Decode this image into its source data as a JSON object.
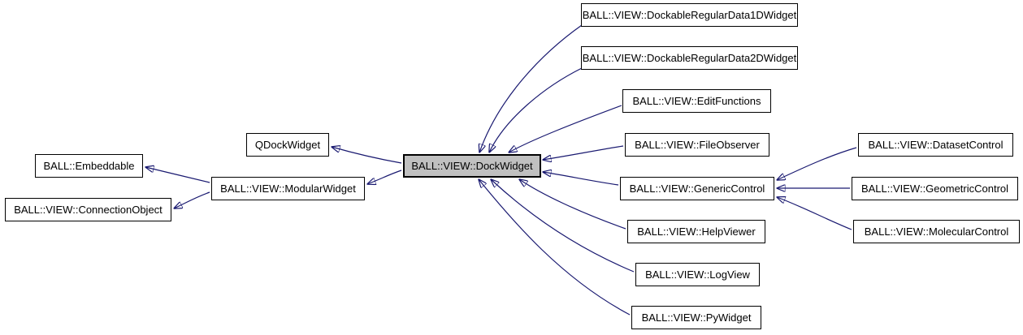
{
  "diagram": {
    "type": "class-inheritance-graph",
    "focus_node": "BALL::VIEW::DockWidget",
    "colors": {
      "background": "#ffffff",
      "edge": "#191970",
      "node_border": "#000000",
      "node_fill": "#ffffff",
      "focus_node_fill": "#c0c0c0",
      "text": "#000000"
    },
    "nodes": {
      "embeddable": {
        "label": "BALL::Embeddable"
      },
      "connection_object": {
        "label": "BALL::VIEW::ConnectionObject"
      },
      "modular_widget": {
        "label": "BALL::VIEW::ModularWidget"
      },
      "qdockwidget": {
        "label": "QDockWidget"
      },
      "dock_widget": {
        "label": "BALL::VIEW::DockWidget"
      },
      "dockable_1d": {
        "label": "BALL::VIEW::DockableRegularData1DWidget"
      },
      "dockable_2d": {
        "label": "BALL::VIEW::DockableRegularData2DWidget"
      },
      "edit_functions": {
        "label": "BALL::VIEW::EditFunctions"
      },
      "file_observer": {
        "label": "BALL::VIEW::FileObserver"
      },
      "generic_control": {
        "label": "BALL::VIEW::GenericControl"
      },
      "help_viewer": {
        "label": "BALL::VIEW::HelpViewer"
      },
      "log_view": {
        "label": "BALL::VIEW::LogView"
      },
      "py_widget": {
        "label": "BALL::VIEW::PyWidget"
      },
      "dataset_control": {
        "label": "BALL::VIEW::DatasetControl"
      },
      "geometric_control": {
        "label": "BALL::VIEW::GeometricControl"
      },
      "molecular_control": {
        "label": "BALL::VIEW::MolecularControl"
      }
    },
    "edges": [
      {
        "derived": "BALL::VIEW::DockWidget",
        "base": "QDockWidget"
      },
      {
        "derived": "BALL::VIEW::DockWidget",
        "base": "BALL::VIEW::ModularWidget"
      },
      {
        "derived": "BALL::VIEW::ModularWidget",
        "base": "BALL::Embeddable"
      },
      {
        "derived": "BALL::VIEW::ModularWidget",
        "base": "BALL::VIEW::ConnectionObject"
      },
      {
        "derived": "BALL::VIEW::DockableRegularData1DWidget",
        "base": "BALL::VIEW::DockWidget"
      },
      {
        "derived": "BALL::VIEW::DockableRegularData2DWidget",
        "base": "BALL::VIEW::DockWidget"
      },
      {
        "derived": "BALL::VIEW::EditFunctions",
        "base": "BALL::VIEW::DockWidget"
      },
      {
        "derived": "BALL::VIEW::FileObserver",
        "base": "BALL::VIEW::DockWidget"
      },
      {
        "derived": "BALL::VIEW::GenericControl",
        "base": "BALL::VIEW::DockWidget"
      },
      {
        "derived": "BALL::VIEW::HelpViewer",
        "base": "BALL::VIEW::DockWidget"
      },
      {
        "derived": "BALL::VIEW::LogView",
        "base": "BALL::VIEW::DockWidget"
      },
      {
        "derived": "BALL::VIEW::PyWidget",
        "base": "BALL::VIEW::DockWidget"
      },
      {
        "derived": "BALL::VIEW::DatasetControl",
        "base": "BALL::VIEW::GenericControl"
      },
      {
        "derived": "BALL::VIEW::GeometricControl",
        "base": "BALL::VIEW::GenericControl"
      },
      {
        "derived": "BALL::VIEW::MolecularControl",
        "base": "BALL::VIEW::GenericControl"
      }
    ]
  }
}
